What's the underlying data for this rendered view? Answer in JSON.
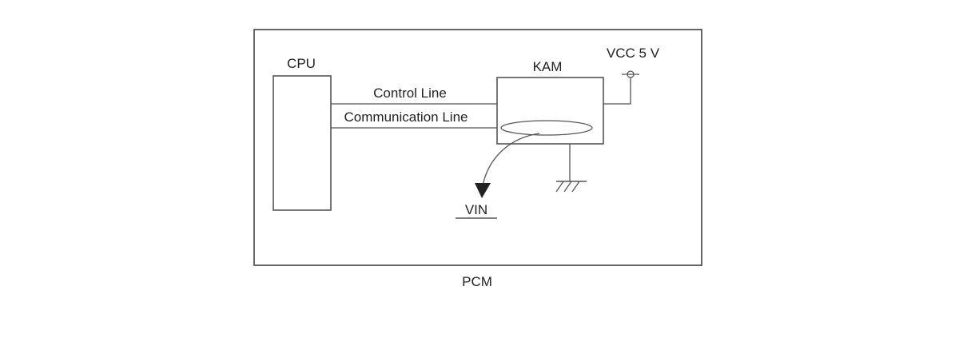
{
  "diagram": {
    "outer_label": "PCM",
    "cpu_label": "CPU",
    "kam_label": "KAM",
    "vcc_label": "VCC 5 V",
    "control_line_label": "Control Line",
    "communication_line_label": "Communication Line",
    "vin_label": "VIN"
  },
  "colors": {
    "stroke": "#555555",
    "text": "#222222",
    "background": "#ffffff"
  }
}
